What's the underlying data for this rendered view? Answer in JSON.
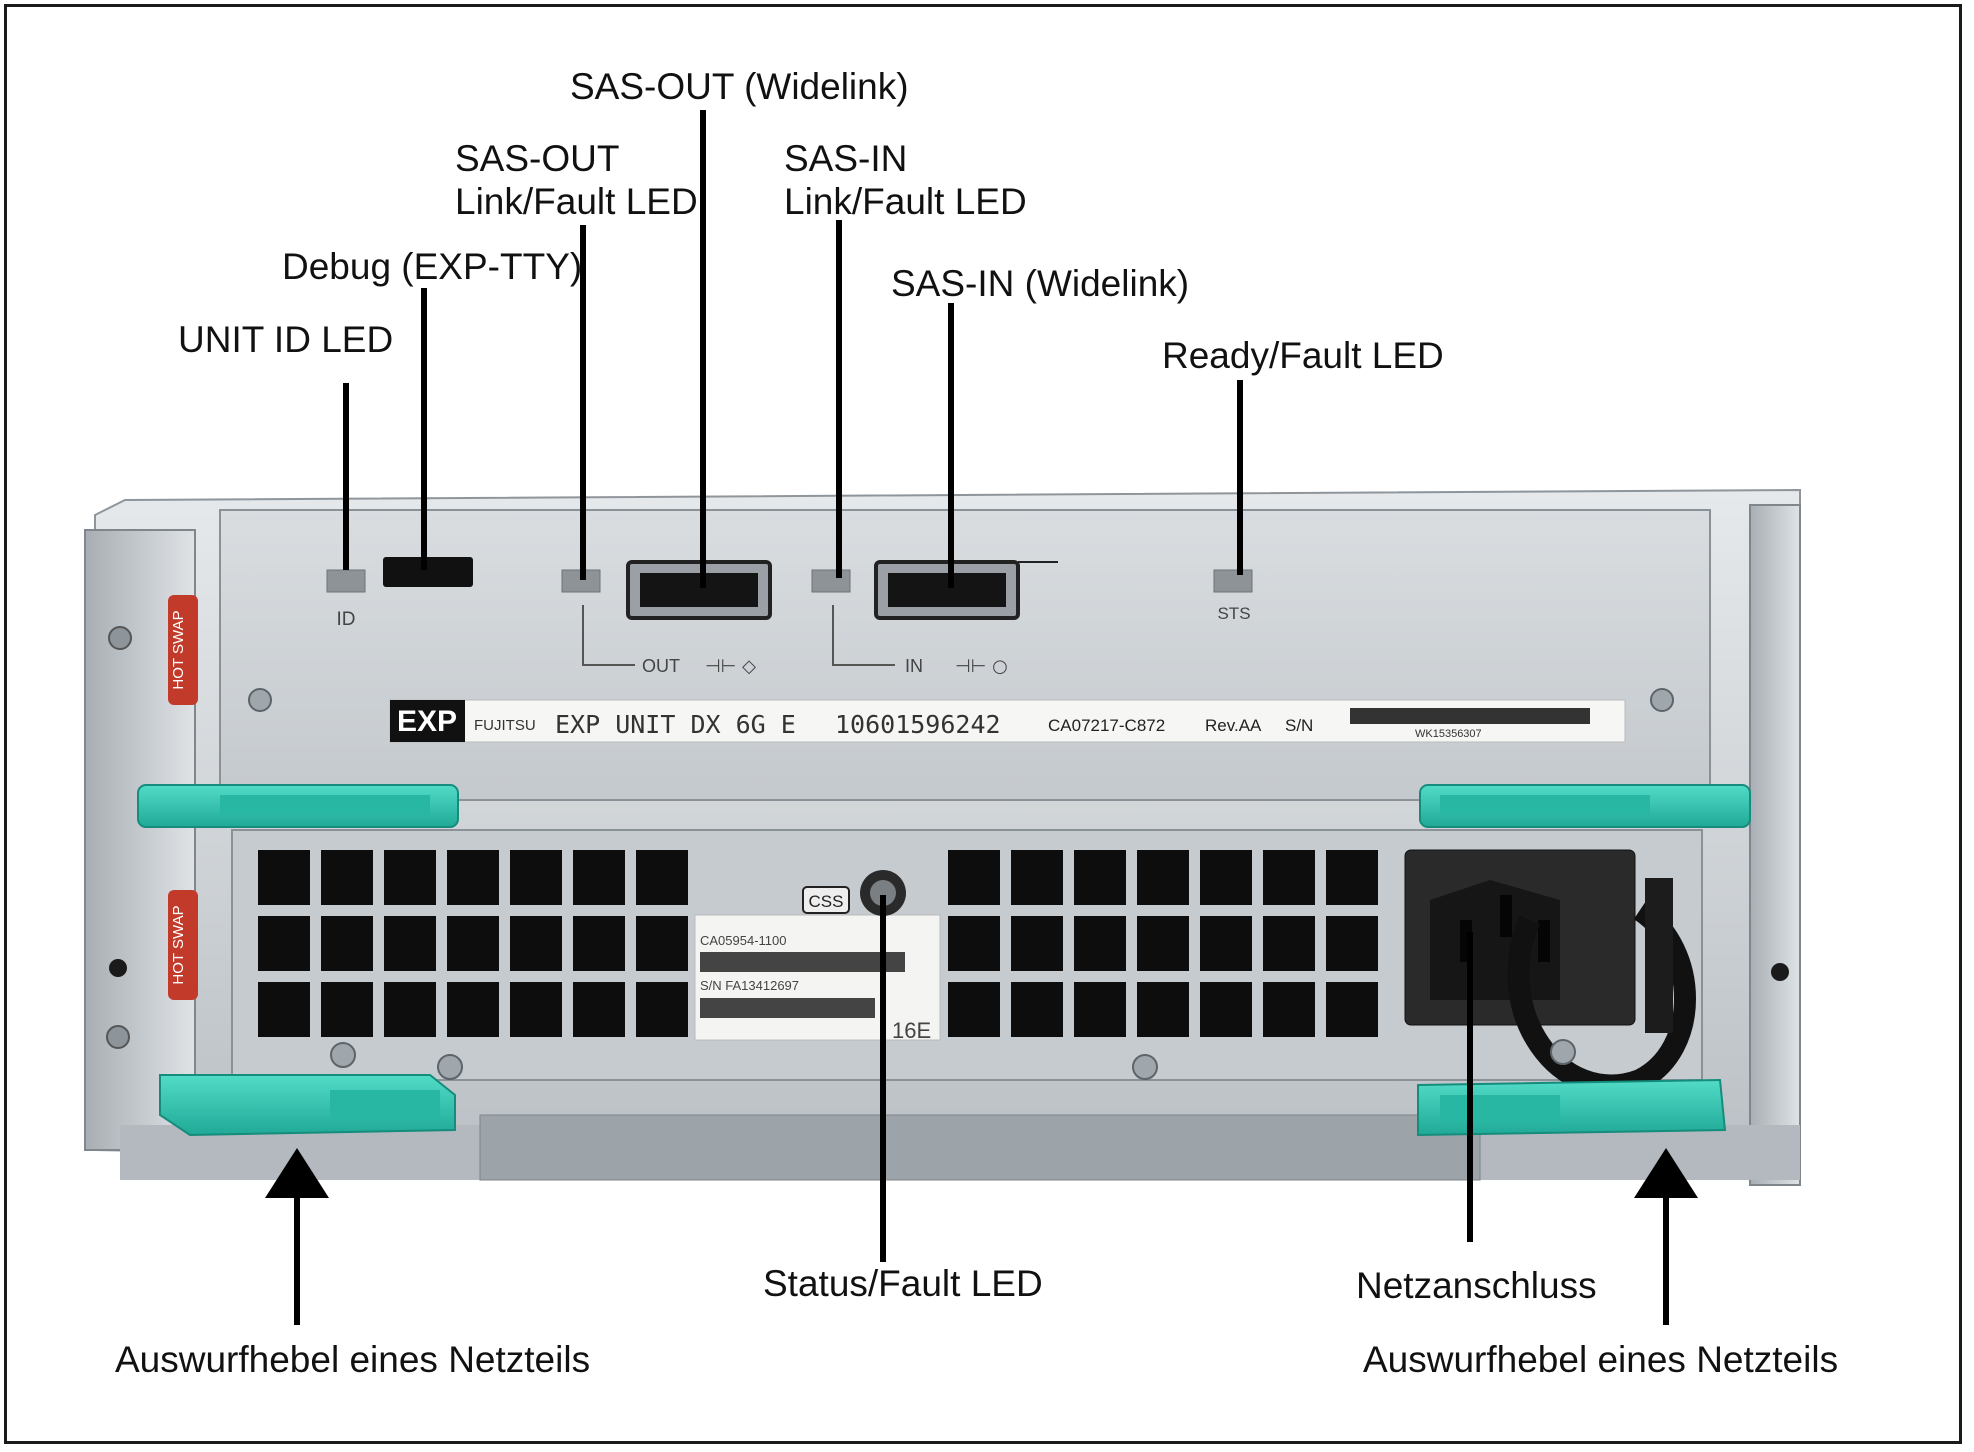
{
  "labels": {
    "sas_out_widelink": "SAS-OUT (Widelink)",
    "sas_out_led_line1": "SAS-OUT",
    "sas_out_led_line2": "Link/Fault LED",
    "sas_in_led_line1": "SAS-IN",
    "sas_in_led_line2": "Link/Fault LED",
    "debug": "Debug (EXP-TTY)",
    "sas_in_widelink": "SAS-IN (Widelink)",
    "unit_id_led": "UNIT ID LED",
    "ready_fault_led": "Ready/Fault LED",
    "status_fault_led": "Status/Fault LED",
    "netzanschluss": "Netzanschluss",
    "eject_left": "Auswurfhebel eines Netzteils",
    "eject_right": "Auswurfhebel eines Netzteils"
  },
  "module": {
    "led_id": "ID",
    "led_sts": "STS",
    "port_out": "OUT",
    "port_in": "IN",
    "badge_exp": "EXP",
    "brand": "FUJITSU",
    "model": "EXP UNIT DX 6G E",
    "part_number": "10601596242",
    "board": "CA07217-C872",
    "rev": "Rev.AA",
    "sn_label": "S/N",
    "sn_value": "WK15356307",
    "side_tag_top": "HOT SWAP",
    "side_tag_bottom": "HOT SWAP"
  },
  "psu": {
    "css_badge": "CSS",
    "part": "CA05954-1100",
    "sn": "S/N FA13412697",
    "suffix": "16E"
  },
  "colors": {
    "lever": "#2ec4b0",
    "chassis": "#c9ced2",
    "panel": "#d8dcdf",
    "grille": "#0d0d0d",
    "power_socket": "#2a2a2a"
  }
}
